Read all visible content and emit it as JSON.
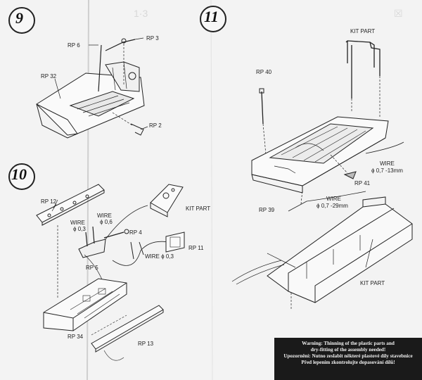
{
  "steps": {
    "s9": {
      "number": "9",
      "labels": {
        "rp6": "RP 6",
        "rp3": "RP 3",
        "rp32": "RP 32",
        "rp2": "RP 2"
      }
    },
    "s10": {
      "number": "10",
      "labels": {
        "rp12": "RP 12",
        "wire03a_1": "WIRE",
        "wire03a_2": "ϕ 0,3",
        "wire06_1": "WIRE",
        "wire06_2": "ϕ 0,6",
        "kitpart": "KIT PART",
        "rp4": "RP 4",
        "rp5": "RP 5",
        "rp11": "RP 11",
        "wire03b": "WIRE ϕ 0,3",
        "rp34": "RP 34",
        "rp13": "RP 13"
      }
    },
    "s11": {
      "number": "11",
      "labels": {
        "kitpart_top": "KIT PART",
        "rp40": "RP 40",
        "wire07_1": "WIRE",
        "wire07_2": "ϕ 0,7 -13mm",
        "rp41": "RP 41",
        "wire07b_1": "WIRE",
        "wire07b_2": "ϕ 0,7 -29mm",
        "rp39": "RP 39",
        "kitpart_bottom": "KIT PART"
      }
    }
  },
  "warning": {
    "line1": "Warning: Thinning of the plastic parts and",
    "line2": "dry-fitting of the assembly needed!",
    "line3": "Upozornění: Nutno zeslabit některé plastové díly stavebnice",
    "line4": "Před lepením zkontrolujte dopasování dílů!"
  }
}
